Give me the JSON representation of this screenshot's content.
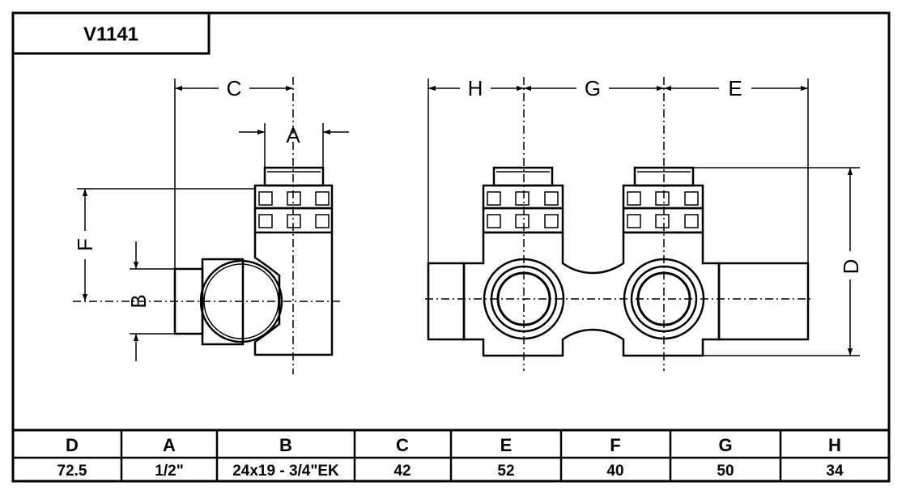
{
  "title": "V1141",
  "dimension_labels": {
    "A": "A",
    "B": "B",
    "C": "C",
    "D": "D",
    "E": "E",
    "F": "F",
    "G": "G",
    "H": "H"
  },
  "table": {
    "headers": [
      "D",
      "A",
      "B",
      "C",
      "E",
      "F",
      "G",
      "H"
    ],
    "values": [
      "72.5",
      "1/2\"",
      "24x19 - 3/4\"EK",
      "42",
      "52",
      "40",
      "50",
      "34"
    ]
  }
}
